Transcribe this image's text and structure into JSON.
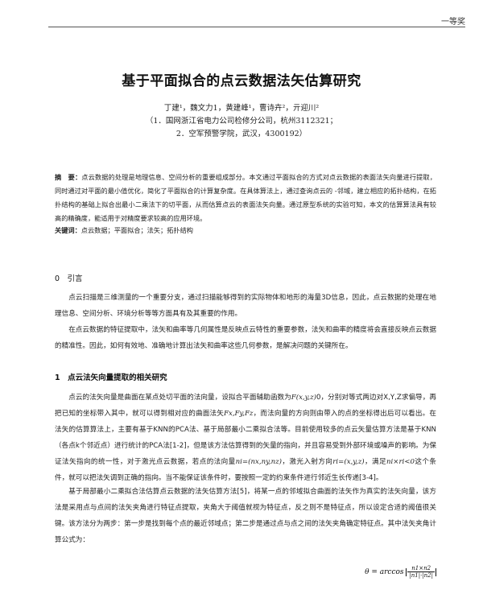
{
  "header": {
    "category": "一等奖"
  },
  "paper": {
    "title": "基于平面拟合的点云数据法矢估算研究",
    "authors": "丁建¹，魏文力1，黄建峰¹，曹诗卉²，亓迎川²",
    "affiliation_1": "（1．国网浙江省电力公司检修分公司，杭州3112321；",
    "affiliation_2": "2．空军预警学院，武汉，4300192）"
  },
  "abstract": {
    "label": "摘　要：",
    "text": "点云数据的处理是地理信息、空间分析的重要组成部分。本文通过平面拟合的方式对点云数据的表面法矢向量进行提取，同时通过对平面的最小值优化，简化了平面拟合的计算复杂度。在具体算法上，通过查询点云的 -邻域，建立相应的拓扑结构，在拓扑结构的基础上拟合出最小二乘法下的切平面，从而估算点云的表面法矢向量。通过原型系统的实验可知，本文的估算算法具有较高的精确度，能适用于对精度要求较高的应用环境。"
  },
  "keywords": {
    "label": "关键词：",
    "text": "点云数据；平面拟合；法矢；拓扑结构"
  },
  "sections": {
    "s0_heading": "0　引言",
    "s0_p1": "点云扫描是三维测量的一个重要分支，通过扫描能够得到的实际物体和地形的海量3D信息，因此，点云数据的处理在地理信息、空间分析、环境分析等等方面具有及其重要的作用。",
    "s0_p2": "在点云数据的特征提取中，法矢和曲率等几何属性是反映点云特性的重要参数，法矢和曲率的精度将会直接反映点云数据的精准性。因此，如何有效地、准确地计算出法矢和曲率这些几何参数，是解决问题的关键所在。",
    "s1_heading": "1　点云法矢向量提取的相关研究",
    "s1_p1_a": "点云的法矢向量是曲面在某点处切平面的法向量，设拟合平面辅助函数为",
    "s1_p1_f1": "F(x,y,z)",
    "s1_p1_b": "0，分别对等式两边对X,Y,Z求偏导，再把已知的坐标带入其中，就可以得到相对应的曲面法矢",
    "s1_p1_f2": "Fx,Fy,Fz",
    "s1_p1_c": "，而法向量的方向则由带入的点的坐标得出后可以看出。在法矢的估算算法上，主要有基于KNN的PCA法、基于局部最小二乘拟合法等。目前使用较多的点云矢量估算方法是基于KNN（各点k个邻近点）进行统计的PCA法[1-2]，但是该方法估算得到的矢量的指向，并且容易受到外部环境或噪声的影响。为保证法矢指向的统一性，对于激光点云数据，若点的法向量",
    "s1_p1_f3": "ni=(nx,ny,nz)",
    "s1_p1_d": "，激光入射方向",
    "s1_p1_f4": "ri=(x,y,z)",
    "s1_p1_e": "，满足",
    "s1_p1_f5": "ni×ri<0",
    "s1_p1_g": "这个条件，就可以把法矢调到正确的指向。当不能保证该条件时，要按照一定的约束条件进行邻近生长传递[3-4]。",
    "s1_p2": "基于局部最小二乘拟合法估算点云数据的法矢估算方法[5]，将某一点的邻域拟合曲面的法矢作为真实的法矢向量，该方法是采用点与点间的法矢夹角进行特征点提取，夹角大于阈值就视为特征点，反之则不是特征点，所以设定合适的阈值很关键。该方法分为两步：第一步是找到每个点的最近邻域点；第二步是通过点与点之间的法矢夹角确定特征点。其中法矢夹角计算公式为：",
    "formula_lhs": "θ = arccos",
    "formula_num": "n1×n2",
    "formula_den": "|n1|·|n2|"
  }
}
